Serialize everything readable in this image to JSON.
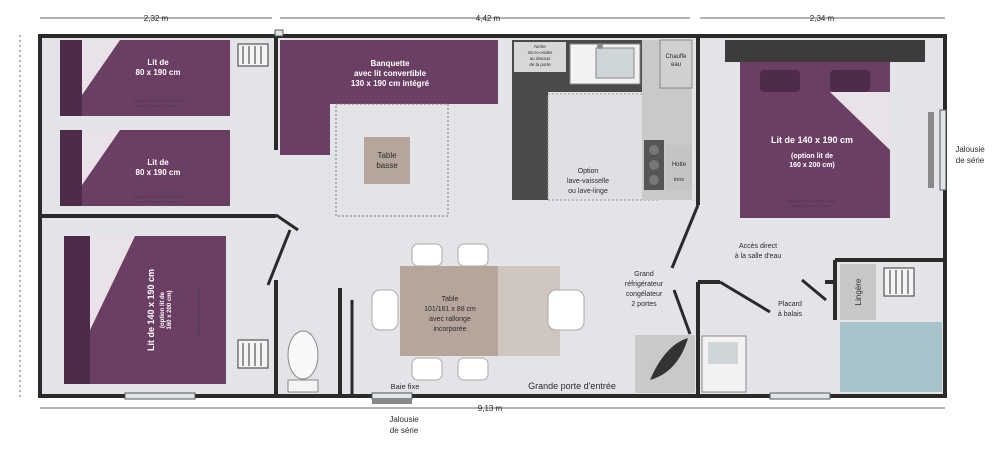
{
  "dimensions": {
    "width_left": "2,32 m",
    "width_center": "4,42 m",
    "width_right": "2,34 m",
    "total_length": "9,13 m"
  },
  "rooms": {
    "bed_top_1": {
      "line1": "Lit de",
      "line2": "80 x 190 cm",
      "maker1": "Matelas mousse \"Grand Confort\"",
      "maker2": "haute Résistance 23kg/m³"
    },
    "bed_top_2": {
      "line1": "Lit de",
      "line2": "80 x 190 cm",
      "maker1": "Matelas mousse \"Grand Confort\"",
      "maker2": "haute Résistance 23kg/m³"
    },
    "bed_left": {
      "line1": "Lit de 140 x 190 cm",
      "line2": "(option lit de",
      "line3": "160 x 200 cm)",
      "maker": "Matelas mousse \"Grand Confort\""
    },
    "bed_right": {
      "line1": "Lit de 140 x 190 cm",
      "line2": "(option lit de",
      "line3": "160 x 200 cm)",
      "maker1": "Matelas mousse \"Grand Confort\"",
      "maker2": "haute Résistance 23kg/m³"
    },
    "sofa": {
      "line1": "Banquette",
      "line2": "avec lit convertible",
      "line3": "130 x 190 cm intégré"
    },
    "coffee_table": {
      "line1": "Table",
      "line2": "basse"
    },
    "dining_table": {
      "line1": "Table",
      "line2": "101/161 x 88 cm",
      "line3": "avec rallonge",
      "line4": "incorporée"
    },
    "microwave": {
      "line1": "Niche",
      "line2": "micro-ondes",
      "line3": "au dessus",
      "line4": "de la porte"
    },
    "water_heater": {
      "line1": "Chauffe",
      "line2": "eau"
    },
    "hood": {
      "line1": "Hotte",
      "line2": "inox"
    },
    "dishwasher_option": {
      "line1": "Option",
      "line2": "lave-vaisselle",
      "line3": "ou lave-linge"
    },
    "fridge": {
      "line1": "Grand",
      "line2": "réfrigérateur",
      "line3": "congélateur",
      "line4": "2 portes"
    },
    "bathroom_access": {
      "line1": "Accès direct",
      "line2": "à la salle d'eau"
    },
    "broom_cupboard": {
      "line1": "Placard",
      "line2": "à balais"
    },
    "linen": "Lingère"
  },
  "openings": {
    "fixed_bay": "Baie fixe",
    "main_door": "Grande porte d'entrée",
    "shutter_bottom": {
      "line1": "Jalousie",
      "line2": "de série"
    },
    "shutter_right": {
      "line1": "Jalousie",
      "line2": "de série"
    }
  },
  "colors": {
    "bed": "#6b3f63",
    "bed_pillow": "#4e2b49",
    "floor": "#e3e4e7",
    "wall": "#2a2a2a",
    "table": "#b5a59b",
    "counter": "#4a4a4a",
    "shower": "#a9c3cc"
  }
}
